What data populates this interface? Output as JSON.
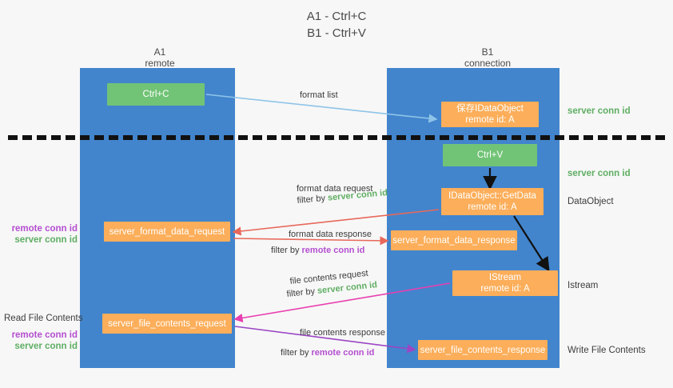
{
  "title": {
    "line1": "A1 - Ctrl+C",
    "line2": "B1 - Ctrl+V"
  },
  "columns": [
    {
      "name": "A1",
      "sub": "remote"
    },
    {
      "name": "B1",
      "sub": "connection"
    }
  ],
  "nodes": {
    "ctrl_c": {
      "label": "Ctrl+C",
      "color": "#71c376"
    },
    "save_idataobject": {
      "line1": "保存IDataObject",
      "line2": "remote id: A",
      "color": "#fcae5a"
    },
    "ctrl_v": {
      "label": "Ctrl+V",
      "color": "#71c376"
    },
    "getdata": {
      "line1": "IDataObject::GetData",
      "line2": "remote id: A",
      "color": "#fcae5a"
    },
    "istream": {
      "line1": "IStream",
      "line2": "remote id: A",
      "color": "#fcae5a"
    },
    "server_format_data_request": {
      "label": "server_format_data_request",
      "color": "#fcae5a"
    },
    "server_format_data_response": {
      "label": "server_format_data_response",
      "color": "#fcae5a"
    },
    "server_file_contents_request": {
      "label": "server_file_contents_request",
      "color": "#fcae5a"
    },
    "server_file_contents_response": {
      "label": "server_file_contents_response",
      "color": "#fcae5a"
    }
  },
  "edge_labels": {
    "format_list": "format list",
    "format_data_request": "format data request",
    "format_data_response": "format data response",
    "file_contents_request": "file contents request",
    "file_contents_response": "file contents response",
    "filter_by": "filter by ",
    "server_conn_id": "server conn id",
    "remote_conn_id": "remote conn id"
  },
  "right_annotations": [
    {
      "text": "server conn id",
      "style": "green"
    },
    {
      "text": "server conn id",
      "style": "green"
    },
    {
      "text": "DataObject",
      "style": "plain"
    },
    {
      "text": "Istream",
      "style": "plain"
    },
    {
      "text": "Write File Contents",
      "style": "plain"
    }
  ],
  "left_annotations": {
    "read_file_contents": "Read File Contents",
    "remote_conn_id": "remote conn id",
    "server_conn_id": "server conn id"
  },
  "colors": {
    "lane": "#4285cd",
    "green_node": "#71c376",
    "orange_node": "#fcae5a",
    "green_text": "#5fae63",
    "purple_text": "#b44fd0",
    "arrow_blue": "#8ec4e8",
    "arrow_red": "#e8685a",
    "arrow_magenta": "#e83fb0",
    "arrow_purple": "#9b46c4",
    "arrow_black": "#111111",
    "background": "#f7f7f7"
  }
}
